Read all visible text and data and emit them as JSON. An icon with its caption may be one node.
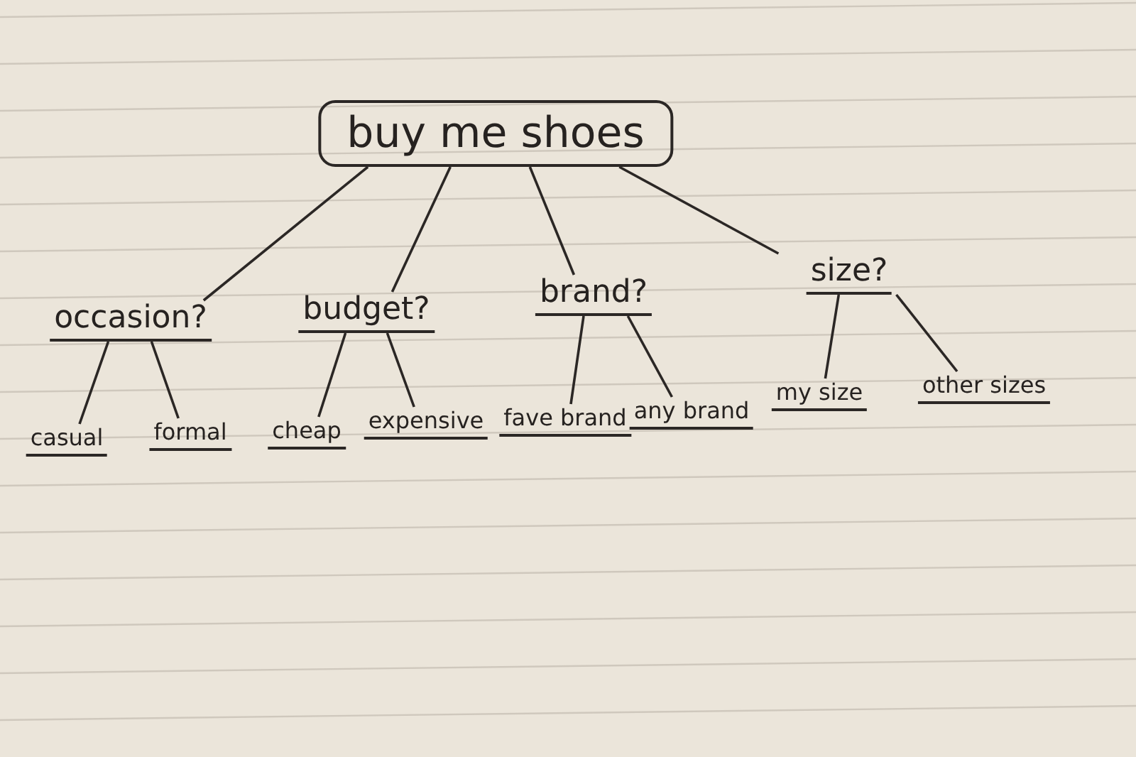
{
  "diagram": {
    "nodes": [
      {
        "text": [
          "buy me shoes"
        ]
      },
      {
        "text": [
          "occasion?"
        ]
      },
      {
        "text": [
          "budget?"
        ]
      },
      {
        "text": [
          "brand?"
        ]
      },
      {
        "text": [
          "size?"
        ]
      },
      {
        "text": [
          "casual"
        ]
      },
      {
        "text": [
          "formal"
        ]
      },
      {
        "text": [
          "cheap"
        ]
      },
      {
        "text": [
          "expensive"
        ]
      },
      {
        "text": [
          "fave brand"
        ]
      },
      {
        "text": [
          "any brand"
        ]
      },
      {
        "text": [
          "my size"
        ]
      },
      {
        "text": [
          "other sizes"
        ]
      }
    ],
    "edges": [
      {
        "from": 0,
        "to": 1,
        "arrow": "none"
      },
      {
        "from": 0,
        "to": 2,
        "arrow": "none"
      },
      {
        "from": 0,
        "to": 3,
        "arrow": "none"
      },
      {
        "from": 0,
        "to": 4,
        "arrow": "none"
      },
      {
        "from": 1,
        "to": 5,
        "arrow": "none"
      },
      {
        "from": 1,
        "to": 6,
        "arrow": "none"
      },
      {
        "from": 2,
        "to": 7,
        "arrow": "none"
      },
      {
        "from": 2,
        "to": 8,
        "arrow": "none"
      },
      {
        "from": 3,
        "to": 9,
        "arrow": "none"
      },
      {
        "from": 3,
        "to": 10,
        "arrow": "none"
      },
      {
        "from": 4,
        "to": 11,
        "arrow": "none"
      },
      {
        "from": 4,
        "to": 12,
        "arrow": "none"
      }
    ]
  }
}
